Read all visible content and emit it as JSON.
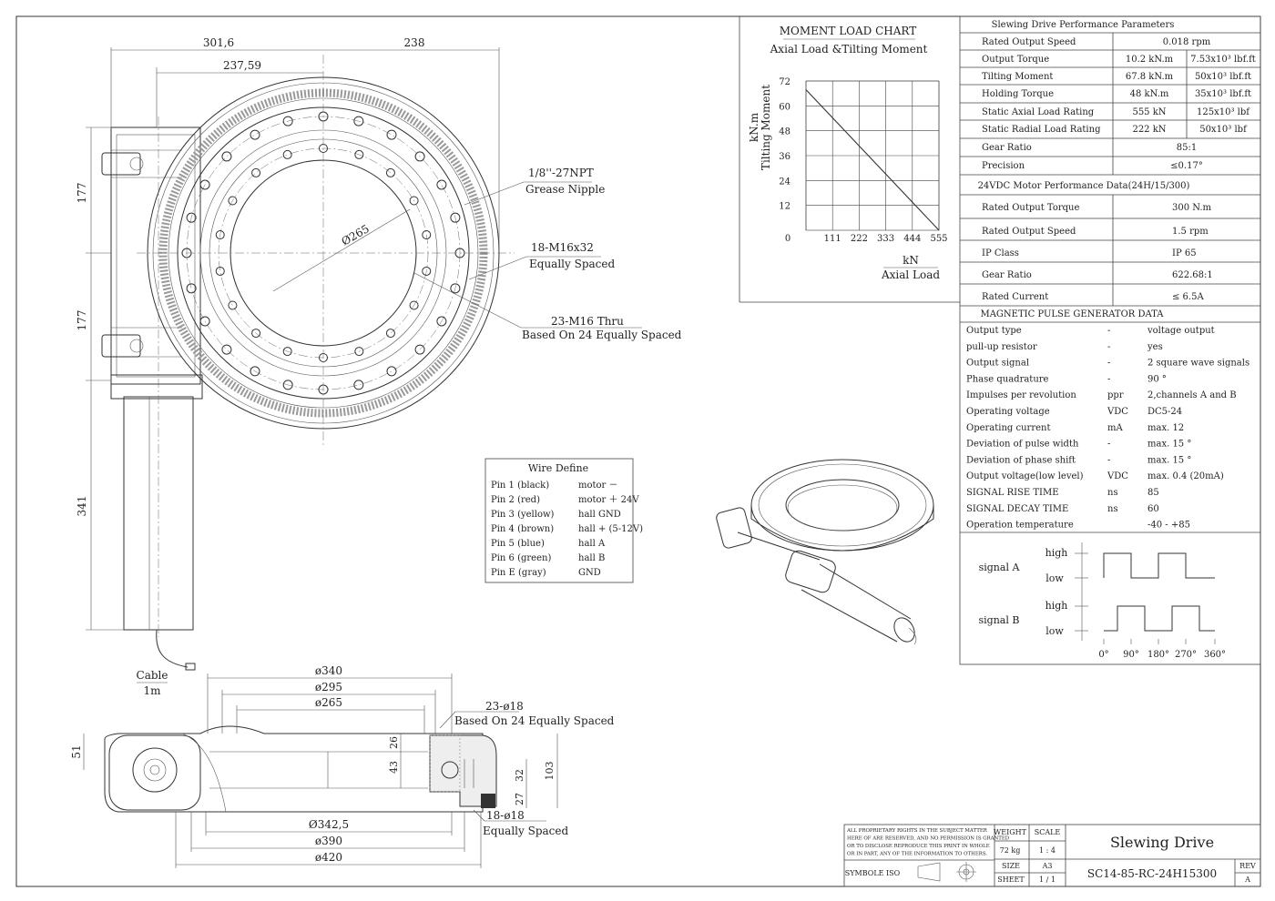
{
  "dimensions": {
    "top_left": "301,6",
    "top_right": "238",
    "top_inner": "237,59",
    "side_177a": "177",
    "side_177b": "177",
    "side_341": "341",
    "dia_265": "Ø265",
    "grease_1": "1/8''-27NPT",
    "grease_2": "Grease Nipple",
    "bolt_1": "18-M16x32",
    "bolt_2": "Equally Spaced",
    "thru_1": "23-M16 Thru",
    "thru_2": "Based On 24 Equally Spaced",
    "cable_1": "Cable",
    "cable_2": "1m",
    "b_340": "ø340",
    "b_295": "ø295",
    "b_265": "ø265",
    "b_holes_1": "23-ø18",
    "b_holes_2": "Based On 24 Equally Spaced",
    "b_51": "51",
    "b_26": "26",
    "b_43": "43",
    "b_32": "32",
    "b_27": "27",
    "b_103": "103",
    "b_342": "Ø342,5",
    "b_390": "ø390",
    "b_420": "ø420",
    "b_18_1": "18-ø18",
    "b_18_2": "Equally Spaced"
  },
  "moment_chart": {
    "title": "MOMENT LOAD CHART",
    "subtitle": "Axial Load &Tilting Moment",
    "ylabel_1": "kN.m",
    "ylabel_2": "Tilting Moment",
    "xlabel_1": "kN",
    "xlabel_2": "Axial Load"
  },
  "chart_data": {
    "type": "line",
    "title": "MOMENT LOAD CHART",
    "subtitle": "Axial Load &Tilting Moment",
    "xlabel": "kN Axial Load",
    "ylabel": "kN.m Tilting Moment",
    "x_ticks": [
      "0",
      "111",
      "222",
      "333",
      "444",
      "555"
    ],
    "y_ticks": [
      "12",
      "24",
      "36",
      "48",
      "60",
      "72"
    ],
    "xlim": [
      0,
      555
    ],
    "ylim": [
      0,
      72
    ],
    "grid": true,
    "series": [
      {
        "x": [
          0,
          555
        ],
        "y": [
          67.8,
          0
        ]
      }
    ]
  },
  "perf": {
    "title": "Slewing Drive Performance Parameters",
    "rows": [
      {
        "label": "Rated Output Speed",
        "v1": "0.018 rpm",
        "v2": ""
      },
      {
        "label": "Output Torque",
        "v1": "10.2 kN.m",
        "v2": "7.53x10³ lbf.ft"
      },
      {
        "label": "Tilting Moment",
        "v1": "67.8 kN.m",
        "v2": "50x10³ lbf.ft"
      },
      {
        "label": "Holding Torque",
        "v1": "48 kN.m",
        "v2": "35x10³ lbf.ft"
      },
      {
        "label": "Static Axial Load Rating",
        "v1": "555 kN",
        "v2": "125x10³ lbf"
      },
      {
        "label": "Static Radial Load Rating",
        "v1": "222 kN",
        "v2": "50x10³ lbf"
      },
      {
        "label": "Gear Ratio",
        "v1": "85:1",
        "v2": ""
      },
      {
        "label": "Precision",
        "v1": "≤0.17°",
        "v2": ""
      }
    ]
  },
  "motor": {
    "title": "24VDC Motor Performance Data(24H/15/300)",
    "rows": [
      {
        "label": "Rated Output Torque",
        "value": "300 N.m"
      },
      {
        "label": "Rated Output Speed",
        "value": "1.5 rpm"
      },
      {
        "label": "IP Class",
        "value": "IP 65"
      },
      {
        "label": "Gear Ratio",
        "value": "622.68:1"
      },
      {
        "label": "Rated Current",
        "value": "≤ 6.5A"
      }
    ]
  },
  "pulse": {
    "title": "MAGNETIC PULSE GENERATOR DATA",
    "rows": [
      {
        "label": "Output type",
        "unit": "-",
        "value": "voltage output"
      },
      {
        "label": "pull-up resistor",
        "unit": "-",
        "value": "yes"
      },
      {
        "label": "Output signal",
        "unit": "-",
        "value": "2 square wave signals"
      },
      {
        "label": "Phase quadrature",
        "unit": "-",
        "value": "90 °"
      },
      {
        "label": "Impulses per revolution",
        "unit": "ppr",
        "value": "2,channels A and B"
      },
      {
        "label": "Operating voltage",
        "unit": "VDC",
        "value": "DC5-24"
      },
      {
        "label": "Operating current",
        "unit": "mA",
        "value": "max. 12"
      },
      {
        "label": "Deviation of pulse width",
        "unit": "-",
        "value": "max. 15 °"
      },
      {
        "label": "Deviation of phase shift",
        "unit": "-",
        "value": "max. 15 °"
      },
      {
        "label": "Output voltage(low level)",
        "unit": "VDC",
        "value": "max. 0.4 (20mA)"
      },
      {
        "label": "SIGNAL RISE TIME",
        "unit": "ns",
        "value": "85"
      },
      {
        "label": "SIGNAL DECAY TIME",
        "unit": "ns",
        "value": "60"
      },
      {
        "label": "Operation temperature",
        "unit": "",
        "value": "-40 - +85"
      }
    ]
  },
  "signals": {
    "a_label": "signal A",
    "b_label": "signal B",
    "high": "high",
    "low": "low",
    "ticks": [
      "0°",
      "90°",
      "180°",
      "270°",
      "360°"
    ]
  },
  "wires": {
    "title": "Wire Define",
    "rows": [
      {
        "pin": "Pin 1  (black)",
        "def": "motor －"
      },
      {
        "pin": "Pin 2  (red)",
        "def": "motor ＋ 24V"
      },
      {
        "pin": "Pin 3  (yellow)",
        "def": "hall GND"
      },
      {
        "pin": "Pin 4  (brown)",
        "def": "hall + (5-12V)"
      },
      {
        "pin": "Pin 5  (blue)",
        "def": "hall A"
      },
      {
        "pin": "Pin 6  (green)",
        "def": "hall B"
      },
      {
        "pin": "Pin E  (gray)",
        "def": "GND"
      }
    ]
  },
  "title_block": {
    "notice": [
      "ALL PROPRIETARY RIGHTS IN THE SUBJECT MATTER",
      "HERE OF ARE RESERVED, AND NO PERMISSION IS GRANTED",
      "OR TO DISCLOSE REPRODUCE THIS PRINT IN WHOLE",
      "OR IN PART, ANY OF THE INFORMATION TO OTHERS."
    ],
    "weight_h": "WEIGHT",
    "scale_h": "SCALE",
    "weight": "72 kg",
    "scale": "1 : 4",
    "size_h": "SIZE",
    "size": "A3",
    "sheet_h": "SHEET",
    "sheet": "1 / 1",
    "symbole": "SYMBOLE ISO",
    "name": "Slewing Drive",
    "part": "SC14-85-RC-24H15300",
    "rev_h": "REV",
    "rev": "A"
  }
}
